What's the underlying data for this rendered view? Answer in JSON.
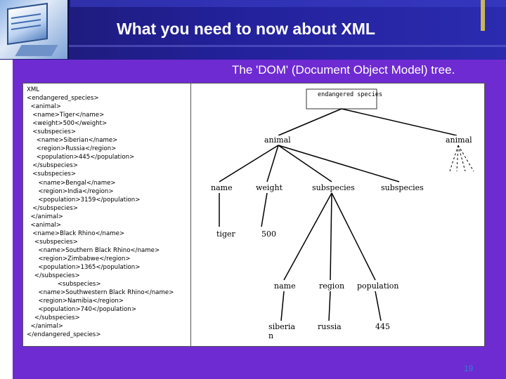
{
  "slide": {
    "title": "What you need to now about XML",
    "subtitle": "The 'DOM' (Document Object Model) tree.",
    "page_number": "19"
  },
  "code": {
    "lines": [
      "XML",
      "<endangered_species>",
      "  <animal>",
      "   <name>Tiger</name>",
      "   <weight>500</weight>",
      "   <subspecies>",
      "     <name>Siberian</name>",
      "     <region>Russia</region>",
      "     <population>445</population>",
      "   </subspecies>",
      "   <subspecies>",
      "      <name>Bengal</name>",
      "      <region>India</region>",
      "      <population>3159</population>",
      "   </subspecies>",
      "  </animal>",
      "  <animal>",
      "   <name>Black Rhino</name>",
      "    <subspecies>",
      "      <name>Southern Black Rhino</name>",
      "      <region>Zimbabwe</region>",
      "      <population>1365</population>",
      "    </subspecies>",
      "                <subspecies>",
      "      <name>Southwestern Black Rhino</name>",
      "      <region>Namibia</region>",
      "      <population>740</population>",
      "    </subspecies>",
      "  </animal>",
      "</endangered_species>"
    ]
  },
  "tree": {
    "root": "endangered species",
    "animal_1": "animal",
    "animal_2": "animal",
    "name_1": "name",
    "weight": "weight",
    "subspecies_1": "subspecies",
    "subspecies_2": "subspecies",
    "tiger": "tiger",
    "weight_value": "500",
    "name_2": "name",
    "region": "region",
    "population": "population",
    "name_value": "siberia n",
    "region_value": "russia",
    "population_value": "445"
  },
  "colors": {
    "header": "#23219a",
    "slide_background": "#6f2bd2",
    "page_number": "#2f7bd8"
  }
}
